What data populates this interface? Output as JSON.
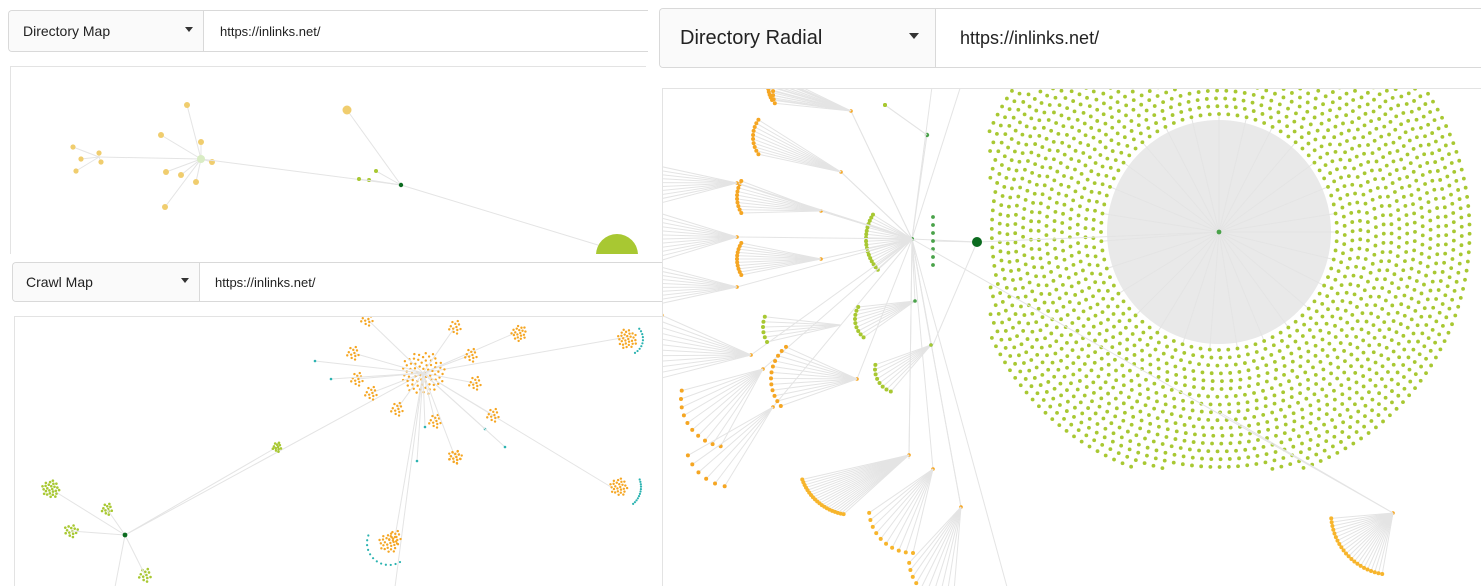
{
  "directory_map": {
    "view_label": "Directory Map",
    "url_value": "https://inlinks.net/"
  },
  "crawl_map": {
    "view_label": "Crawl Map",
    "url_value": "https://inlinks.net/"
  },
  "directory_radial": {
    "view_label": "Directory Radial",
    "url_value": "https://inlinks.net/"
  },
  "icons": {
    "dropdown": "caret-down-icon"
  },
  "colors": {
    "root_node": "#0b6b1f",
    "directory_node": "#4aa24a",
    "leaf_green": "#a8c832",
    "leaf_orange": "#f5a623",
    "leaf_yellow": "#f0cd6e",
    "leaf_teal": "#2bb3b1",
    "edge": "#e4e4e4"
  }
}
